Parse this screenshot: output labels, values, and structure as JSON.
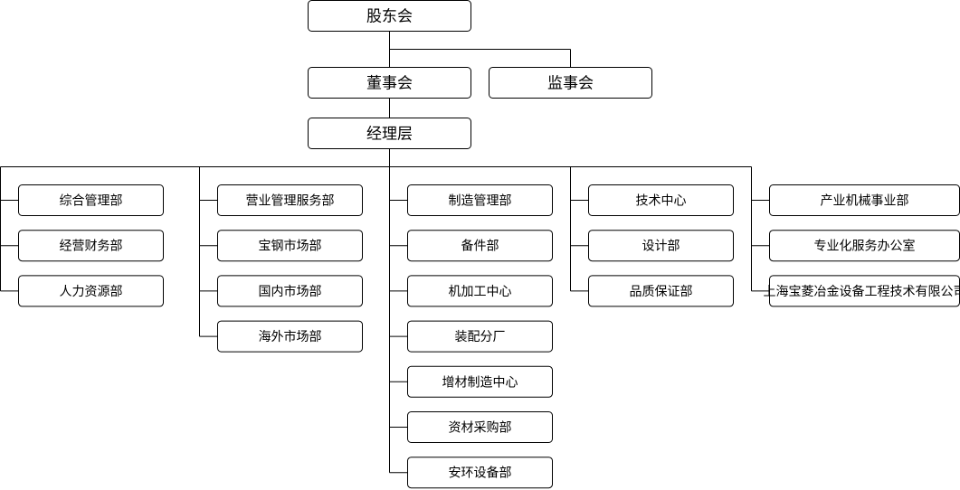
{
  "top": [
    "股东会",
    "董事会",
    "监事会",
    "经理层"
  ],
  "columns": [
    [
      "综合管理部",
      "经营财务部",
      "人力资源部"
    ],
    [
      "营业管理服务部",
      "宝钢市场部",
      "国内市场部",
      "海外市场部"
    ],
    [
      "制造管理部",
      "备件部",
      "机加工中心",
      "装配分厂",
      "增材制造中心",
      "资材采购部",
      "安环设备部"
    ],
    [
      "技术中心",
      "设计部",
      "品质保证部"
    ],
    [
      "产业机械事业部",
      "专业化服务办公室",
      "上海宝菱冶金设备工程技术有限公司"
    ]
  ]
}
